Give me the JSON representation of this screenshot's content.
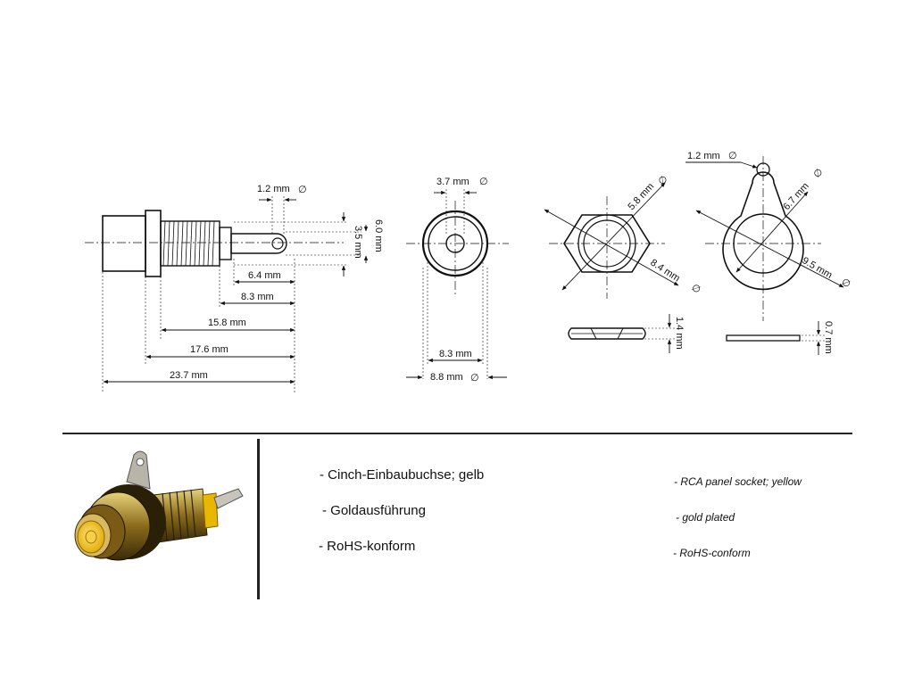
{
  "dimensions": {
    "side": {
      "pin_hole": "1.2 mm",
      "outer_dia": "6.0 mm",
      "inner_dia": "3.5 mm",
      "tab_len": "6.4 mm",
      "tab_total": "8.3 mm",
      "thread_len": "15.8 mm",
      "body_len": "17.6 mm",
      "total_len": "23.7 mm"
    },
    "front": {
      "center_dia": "3.7 mm",
      "face_dia": "8.3 mm",
      "outer_dia": "8.8 mm"
    },
    "nut": {
      "inner_dia": "5.8 mm",
      "across_flats": "8.4 mm",
      "thickness": "1.4 mm"
    },
    "washer": {
      "hole": "1.2 mm",
      "inner_dia": "6.7 mm",
      "outer_dia": "9.5 mm",
      "thickness": "0.7 mm"
    },
    "dia_symbol": "∅"
  },
  "description": {
    "german": [
      "- Cinch-Einbaubuchse; gelb",
      "- Goldausführung",
      "- RoHS-konform"
    ],
    "english": [
      "- RCA panel socket; yellow",
      "- gold plated",
      "- RoHS-conform"
    ]
  },
  "colors": {
    "line": "#111111",
    "gold": "#b8962e",
    "yellow": "#f2c21a"
  }
}
